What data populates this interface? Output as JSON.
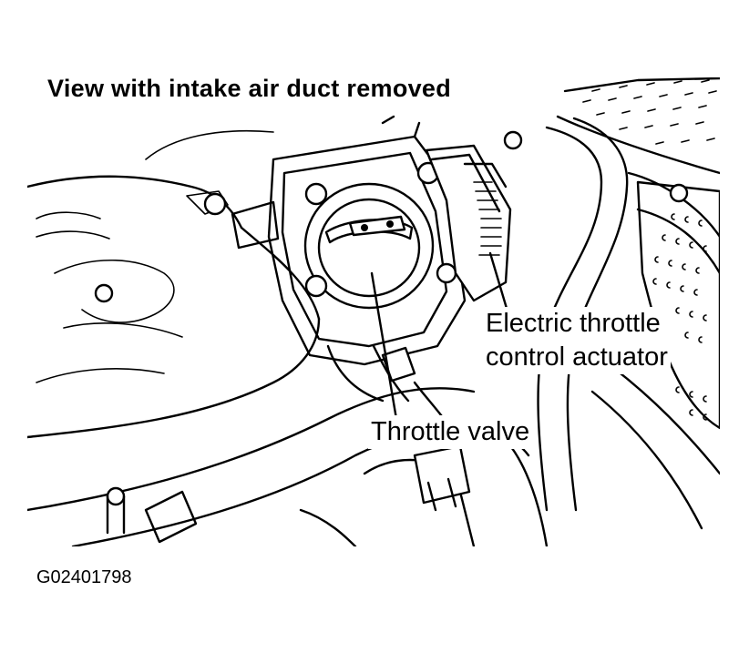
{
  "title": "View with intake air duct removed",
  "callouts": {
    "actuator_line1": "Electric throttle",
    "actuator_line2": "control actuator",
    "throttle_valve": "Throttle valve"
  },
  "figure_id": "G02401798"
}
